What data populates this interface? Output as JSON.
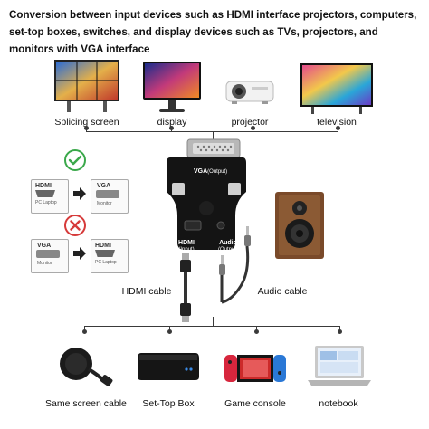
{
  "headline": "Conversion between input devices such as HDMI interface projectors, computers, set-top boxes, switches, and display devices such as TVs, projectors, and monitors with VGA interface",
  "outputs": {
    "splicing": "Splicing screen",
    "display": "display",
    "projector": "projector",
    "television": "television"
  },
  "adapter": {
    "body_label": "VGA",
    "body_sub": "(Output)",
    "hdmi_port": "HDMI",
    "hdmi_port_sub": "(Input)",
    "audio_port": "Audio",
    "audio_port_sub": "(Output)"
  },
  "direction_ok": {
    "from_label": "HDMI",
    "from_sub": "PC Laptop",
    "to_label": "VGA",
    "to_sub": "Monitor"
  },
  "direction_bad": {
    "from_label": "VGA",
    "from_sub": "Monitor",
    "to_label": "HDMI",
    "to_sub": "PC Laptop"
  },
  "cables": {
    "hdmi": "HDMI cable",
    "audio": "Audio cable"
  },
  "inputs": {
    "chromecast": "Same screen cable",
    "settop": "Set-Top Box",
    "console": "Game console",
    "notebook": "notebook"
  },
  "colors": {
    "check": "#3aa84a",
    "cross": "#d63a3a",
    "line": "#3a3a3a"
  }
}
